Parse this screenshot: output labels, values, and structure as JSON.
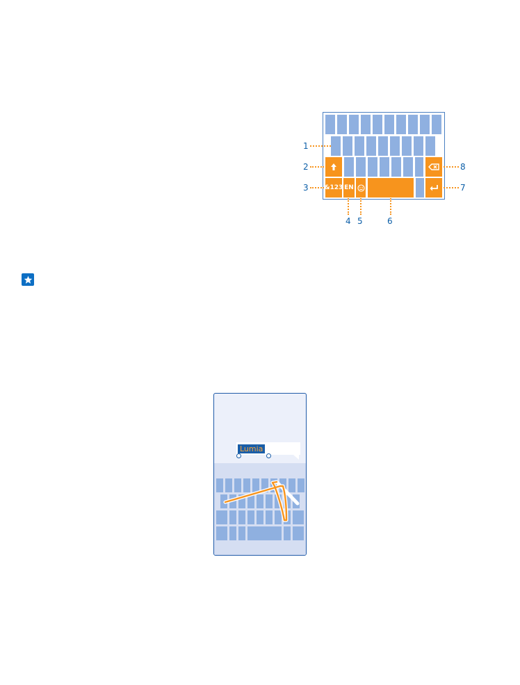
{
  "keyboard": {
    "keys": {
      "symbols": "&123",
      "language": "EN"
    },
    "callouts": [
      "1",
      "2",
      "3",
      "4",
      "5",
      "6",
      "7",
      "8"
    ]
  },
  "phone": {
    "word": "Lumia"
  },
  "colors": {
    "accent": "#f7941d",
    "key": "#8fb0e0",
    "callout": "#0d5fa8",
    "tip": "#0d6fc4"
  },
  "icons": [
    "shift-arrow-icon",
    "backspace-icon",
    "enter-icon",
    "emoji-icon",
    "star-icon"
  ]
}
